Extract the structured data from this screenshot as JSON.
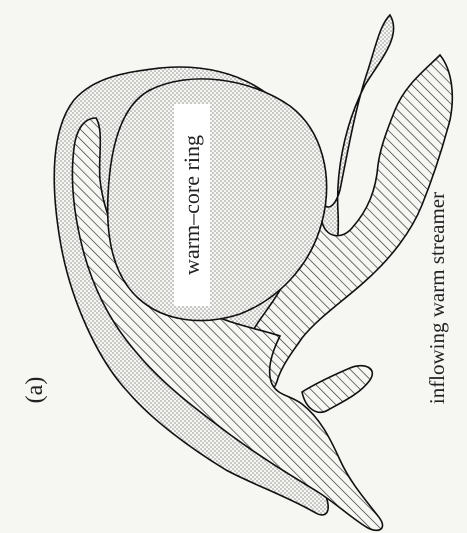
{
  "figure": {
    "panel_label": "(a)",
    "labels": {
      "ring": "warm–core ring",
      "streamer": "inflowing warm streamer"
    },
    "colors": {
      "background": "#f6f6f3",
      "stipple": "#8a8a8a",
      "hatch": "#2a2a2a",
      "outline": "#111111",
      "label_box": "#ffffff"
    }
  }
}
